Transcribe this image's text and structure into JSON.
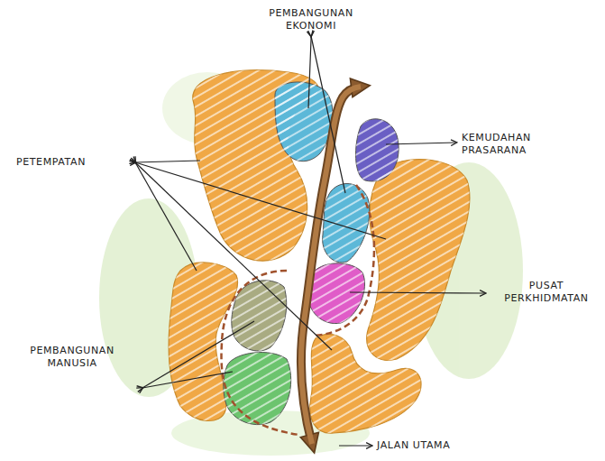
{
  "diagram": {
    "labels": [
      "PEMBANGUNAN EKONOMI",
      "KEMUDAHAN PRASARANA",
      "PETEMPATAN",
      "PUSAT PERKHIDMATAN",
      "PEMBANGUNAN MANUSIA",
      "JALAN UTAMA"
    ]
  }
}
